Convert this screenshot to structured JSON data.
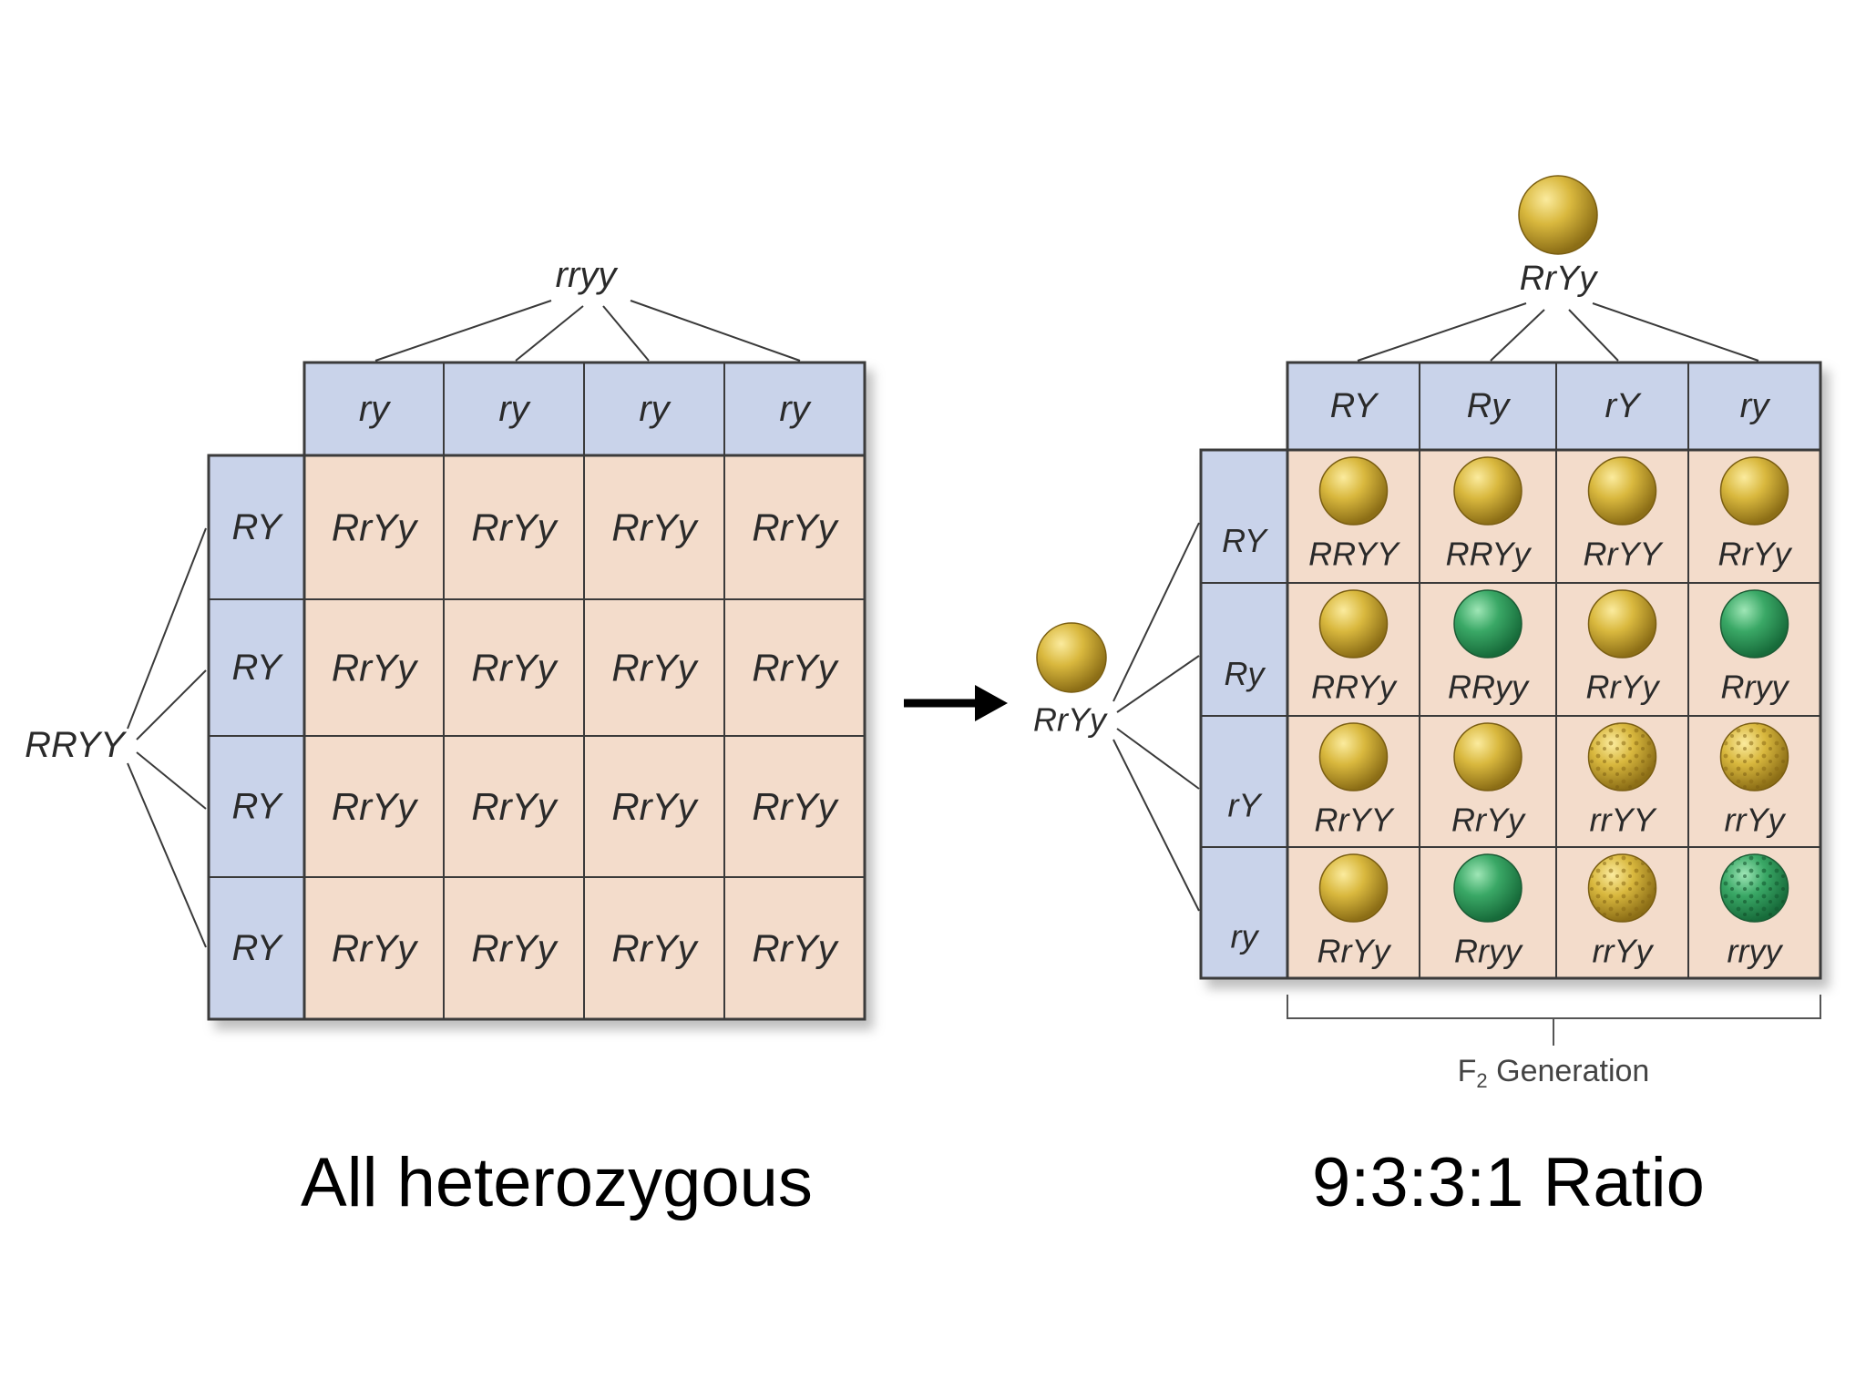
{
  "colors": {
    "header": "#c9d3ea",
    "cell": "#f3dccb",
    "border": "#3a3a3a",
    "yellow": "#d6b43a",
    "green": "#3aa866",
    "text": "#2a2a2a"
  },
  "left_square": {
    "parent_top": "rryy",
    "parent_left": "RRYY",
    "col_gametes": [
      "ry",
      "ry",
      "ry",
      "ry"
    ],
    "row_gametes": [
      "RY",
      "RY",
      "RY",
      "RY"
    ],
    "cells": [
      [
        "RrYy",
        "RrYy",
        "RrYy",
        "RrYy"
      ],
      [
        "RrYy",
        "RrYy",
        "RrYy",
        "RrYy"
      ],
      [
        "RrYy",
        "RrYy",
        "RrYy",
        "RrYy"
      ],
      [
        "RrYy",
        "RrYy",
        "RrYy",
        "RrYy"
      ]
    ],
    "caption": "All heterozygous"
  },
  "right_square": {
    "parent_top": "RrYy",
    "parent_left": "RrYy",
    "parent_top_seed": {
      "color": "yellow",
      "texture": "round"
    },
    "parent_left_seed": {
      "color": "yellow",
      "texture": "round"
    },
    "col_gametes": [
      "RY",
      "Ry",
      "rY",
      "ry"
    ],
    "row_gametes": [
      "RY",
      "Ry",
      "rY",
      "ry"
    ],
    "cells": [
      [
        {
          "g": "RRYY",
          "color": "yellow",
          "texture": "round"
        },
        {
          "g": "RRYy",
          "color": "yellow",
          "texture": "round"
        },
        {
          "g": "RrYY",
          "color": "yellow",
          "texture": "round"
        },
        {
          "g": "RrYy",
          "color": "yellow",
          "texture": "round"
        }
      ],
      [
        {
          "g": "RRYy",
          "color": "yellow",
          "texture": "round"
        },
        {
          "g": "RRyy",
          "color": "green",
          "texture": "round"
        },
        {
          "g": "RrYy",
          "color": "yellow",
          "texture": "round"
        },
        {
          "g": "Rryy",
          "color": "green",
          "texture": "round"
        }
      ],
      [
        {
          "g": "RrYY",
          "color": "yellow",
          "texture": "round"
        },
        {
          "g": "RrYy",
          "color": "yellow",
          "texture": "round"
        },
        {
          "g": "rrYY",
          "color": "yellow",
          "texture": "wrinkled"
        },
        {
          "g": "rrYy",
          "color": "yellow",
          "texture": "wrinkled"
        }
      ],
      [
        {
          "g": "RrYy",
          "color": "yellow",
          "texture": "round"
        },
        {
          "g": "Rryy",
          "color": "green",
          "texture": "round"
        },
        {
          "g": "rrYy",
          "color": "yellow",
          "texture": "wrinkled"
        },
        {
          "g": "rryy",
          "color": "green",
          "texture": "wrinkled"
        }
      ]
    ],
    "generation_label": "F",
    "generation_subscript": "2",
    "generation_word": "Generation",
    "caption": "9:3:3:1 Ratio"
  }
}
